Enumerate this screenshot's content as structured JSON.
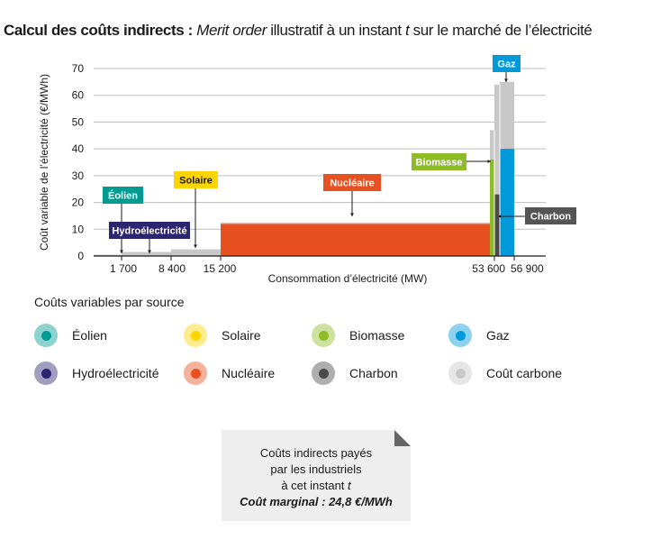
{
  "title": {
    "bold": "Calcul des coûts indirects : ",
    "italic1": "Merit order",
    "mid": " illustratif à un instant ",
    "italic2": "t",
    "end": " sur le marché de l’électricité"
  },
  "chart_data": {
    "type": "bar",
    "xlabel": "Consommation d’électricité (MW)",
    "ylabel": "Coût variable de l’électricité (€/MWh)",
    "ylim": [
      0,
      70
    ],
    "yticks": [
      0,
      10,
      20,
      30,
      40,
      50,
      60,
      70
    ],
    "xtick_labels": [
      "1 700",
      "8 400",
      "15 200",
      "53 600",
      "56 900"
    ],
    "grid": true,
    "segments": [
      {
        "source": "Éolien",
        "x_start": 0,
        "x_end": 1700,
        "variable_cost": 0.5,
        "carbon_cost": 0
      },
      {
        "source": "Hydroélectricité",
        "x_start": 1700,
        "x_end": 8400,
        "variable_cost": 1.5,
        "carbon_cost": 0
      },
      {
        "source": "Solaire",
        "x_start": 8400,
        "x_end": 15200,
        "variable_cost": 2.5,
        "carbon_cost": 0
      },
      {
        "source": "Nucléaire",
        "x_start": 15200,
        "x_end": 53000,
        "variable_cost": 12,
        "carbon_cost": 0.5
      },
      {
        "source": "Biomasse",
        "x_start": 53000,
        "x_end": 53600,
        "variable_cost": 36,
        "carbon_cost": 11
      },
      {
        "source": "Charbon",
        "x_start": 53600,
        "x_end": 54500,
        "variable_cost": 23,
        "carbon_cost": 41
      },
      {
        "source": "Gaz",
        "x_start": 54500,
        "x_end": 56900,
        "variable_cost": 40,
        "carbon_cost": 25
      }
    ],
    "callouts": {
      "eolien": "Éolien",
      "hydro": "Hydroélectricité",
      "solaire": "Solaire",
      "nucleaire": "Nucléaire",
      "biomasse": "Biomasse",
      "gaz": "Gaz",
      "charbon": "Charbon"
    }
  },
  "legend": {
    "title": "Coûts variables par source",
    "items": [
      {
        "label": "Éolien",
        "color": "#009c92"
      },
      {
        "label": "Solaire",
        "color": "#ffd500"
      },
      {
        "label": "Biomasse",
        "color": "#8ebc28"
      },
      {
        "label": "Gaz",
        "color": "#0099da"
      },
      {
        "label": "Hydroélectricité",
        "color": "#2c2671"
      },
      {
        "label": "Nucléaire",
        "color": "#e75121"
      },
      {
        "label": "Charbon",
        "color": "#4a4a4a"
      },
      {
        "label": "Coût carbone",
        "color": "#c8c8c8"
      }
    ]
  },
  "note": {
    "line1": "Coûts indirects payés",
    "line2": "par les industriels",
    "line3": "à cet instant",
    "line3_it": "t",
    "line4": "Coût marginal : 24,8 €/MWh"
  },
  "colors": {
    "eolien": "#009c92",
    "hydro": "#2c2671",
    "solaire": "#ffd500",
    "nucleaire": "#e75121",
    "biomasse": "#8ebc28",
    "charbon": "#4a4a4a",
    "gaz": "#0099da",
    "carbone": "#c8c8c8",
    "tag_charbon": "#555555"
  }
}
